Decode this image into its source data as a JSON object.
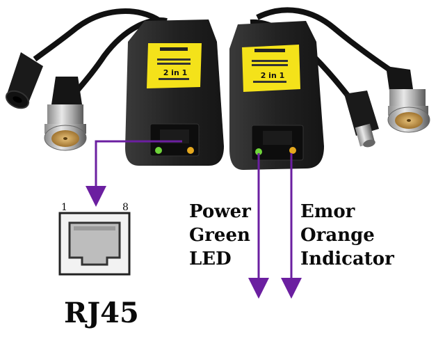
{
  "labels": {
    "power": [
      "Power",
      "Green",
      "LED"
    ],
    "emor": [
      "Emor",
      "Orange",
      "Indicator"
    ],
    "rj45": "RJ45",
    "pin_first": "1",
    "pin_last": "8"
  },
  "sticker": {
    "title": "2 in 1"
  },
  "colors": {
    "arrow": "#6b1fa0",
    "housing": "#2a2a2a",
    "sticker": "#f4e21a",
    "led_green": "#6fd43a",
    "led_orange": "#e5a81e",
    "connector_gold": "#c7a055"
  }
}
